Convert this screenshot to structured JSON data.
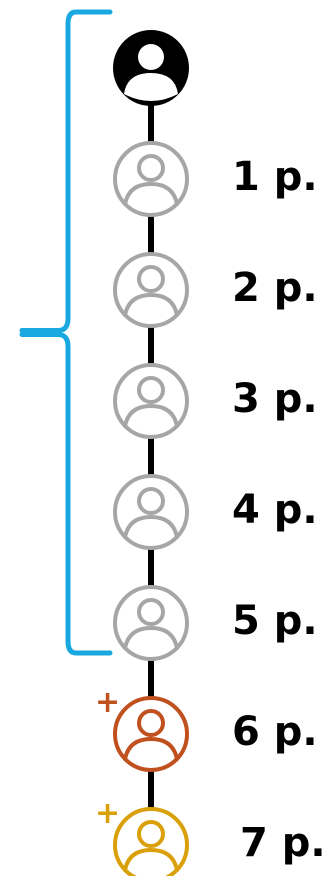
{
  "colors": {
    "bracket": "#1aa8e0",
    "connector": "#000000",
    "root": "#000000",
    "default": "#a6a6a6",
    "label": "#000000"
  },
  "root": {
    "icon": "user-icon",
    "color": "#000000"
  },
  "nodes": [
    {
      "label": "1 p.",
      "color": "#a6a6a6",
      "icon": "user-icon",
      "plus": false,
      "plus_color": ""
    },
    {
      "label": "2 p.",
      "color": "#a6a6a6",
      "icon": "user-icon",
      "plus": false,
      "plus_color": ""
    },
    {
      "label": "3 p.",
      "color": "#a6a6a6",
      "icon": "user-icon",
      "plus": false,
      "plus_color": ""
    },
    {
      "label": "4 p.",
      "color": "#a6a6a6",
      "icon": "user-icon",
      "plus": false,
      "plus_color": ""
    },
    {
      "label": "5 p.",
      "color": "#a6a6a6",
      "icon": "user-icon",
      "plus": false,
      "plus_color": ""
    },
    {
      "label": "6 p.",
      "color": "#c0501e",
      "icon": "user-icon",
      "plus": true,
      "plus_color": "#c0501e",
      "plus_text": "+"
    },
    {
      "label": "7 p.",
      "color": "#d9a00a",
      "icon": "user-icon",
      "plus": true,
      "plus_color": "#d9a00a",
      "plus_text": "+"
    }
  ],
  "bracket": {
    "covers_levels": 5
  }
}
